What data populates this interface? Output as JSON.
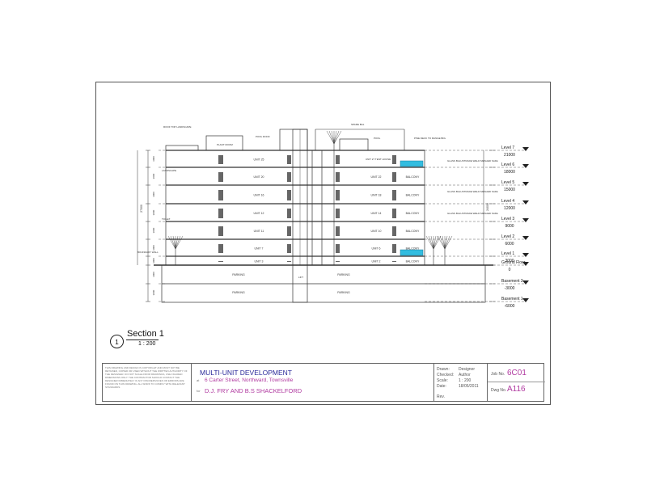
{
  "section": {
    "number": "1",
    "title": "Section 1",
    "scale": "1 : 200"
  },
  "levels": [
    {
      "name": "Level 7",
      "rl": "21000"
    },
    {
      "name": "Level 6",
      "rl": "18000"
    },
    {
      "name": "Level 5",
      "rl": "15000"
    },
    {
      "name": "Level 4",
      "rl": "12000"
    },
    {
      "name": "Level 3",
      "rl": "9000"
    },
    {
      "name": "Level 2",
      "rl": "6000"
    },
    {
      "name": "Level 1",
      "rl": "3000"
    },
    {
      "name": "Ground Floor",
      "rl": "0"
    },
    {
      "name": "Basement 2",
      "rl": "-3000"
    },
    {
      "name": "Basement 1",
      "rl": "-6000"
    }
  ],
  "units_left": [
    "UNIT 25",
    "UNIT 20",
    "UNIT 16",
    "UNIT 12",
    "UNIT 11",
    "UNIT 7",
    "UNIT 3"
  ],
  "units_right": [
    "",
    "UNIT 22",
    "UNIT 18",
    "UNIT 14",
    "UNIT 10",
    "UNIT 6",
    "UNIT 2"
  ],
  "balcony_label": "BALCONY",
  "parking_label": "PARKING",
  "annotations": {
    "roof_top": "ROOF TOP LANDSCAPE",
    "plant_room": "PLANT ROOM",
    "pool_roof": "POOL ROOF",
    "spare_bal": "SPARE BAL",
    "pool": "POOL",
    "pine_deck": "PINE DECK TO RANGE BDL",
    "unit27": "UNIT 27 TENT HOUSE",
    "glass_balustrade": "GLASS BALUSTRADE WELD MESHED SAFE",
    "boundary_wall": "BOUNDARY WALL",
    "landscape": "LANDSCAPE",
    "toilet": "TOILET",
    "lift": "LIFT"
  },
  "dims": {
    "overall": "27000",
    "right_total": "24000",
    "floor": "3000"
  },
  "titleblock": {
    "disclaimer": "THIS DRAWING AND DESIGN IS COPYRIGHT AND MUST NOT BE RETAINED, COPIED OR USED WITHOUT THE WRITTEN AUTHORITY OF THE DESIGNER. DO NOT SCALE FROM DRAWINGS, USE FIGURED DIMENSIONS ONLY. THE CONTRACTOR SHOULD CONTACT THE DESIGNER IMMEDIATELY IF ANY DISCREPANCIES OR ERRORS ARE FOUND ON THIS DRAWING. ALL WORK TO COMPLY WITH RELEVANT STANDARDS.",
    "project": "MULTI-UNIT DEVELOPMENT",
    "address_label": "at",
    "address": "6 Carter Street, Northward, Townsville",
    "client_label": "for",
    "client": "D.J. FRY AND B.S SHACKELFORD",
    "drawn_label": "Drawn:",
    "drawn": "Designer",
    "checked_label": "Checked:",
    "checked": "Author",
    "scale_label": "Scale:",
    "scale": "1 : 200",
    "date_label": "Date:",
    "date": "18/05/2011",
    "rev_label": "Rev.",
    "jobno_label": "Job No.",
    "jobno": "6C01",
    "dwgno_label": "Dwg No.",
    "dwgno": "A116"
  },
  "colors": {
    "line": "#333333",
    "glass": "#33bde0",
    "project_text": "#2a2a9a",
    "detail_text": "#b03aa0"
  }
}
